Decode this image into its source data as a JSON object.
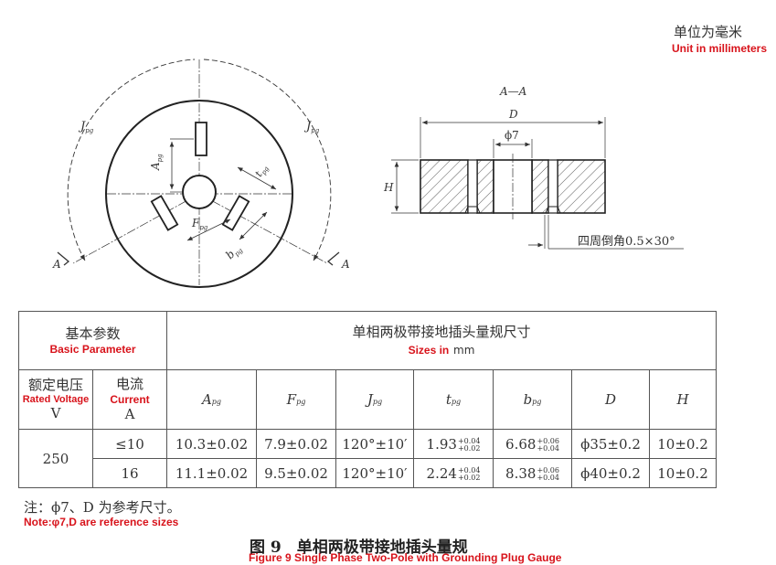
{
  "unit": {
    "cn": "单位为毫米",
    "en": "Unit in millimeters"
  },
  "drawing": {
    "section_label": "A—A",
    "section_marker": "A",
    "labels": {
      "jpg": "J",
      "apg": "A",
      "fpg": "F",
      "bpg": "b",
      "tpg": "t",
      "pg_sub": "pg",
      "D": "D",
      "phi7": "ϕ7",
      "H": "H",
      "chamfer": "四周倒角0.5×30°"
    }
  },
  "table": {
    "basic_param_cn": "基本参数",
    "basic_param_en": "Basic Parameter",
    "sizes_cn": "单相两极带接地插头量规尺寸",
    "sizes_en_prefix": "Sizes in",
    "sizes_unit": "mm",
    "rated_voltage_cn": "额定电压",
    "rated_voltage_en": "Rated Voltage",
    "rated_voltage_unit": "V",
    "current_cn": "电流",
    "current_en": "Current",
    "current_unit": "A",
    "col_A": "A",
    "col_F": "F",
    "col_J": "J",
    "col_t": "t",
    "col_b": "b",
    "col_D": "D",
    "col_H": "H",
    "col_sub": "pg",
    "voltage": "250",
    "rows": [
      {
        "current": "≤10",
        "A": "10.3±0.02",
        "F": "7.9±0.02",
        "J": "120°±10′",
        "t": "1.93",
        "t_up": "+0.04",
        "t_dn": "+0.02",
        "b": "6.68",
        "b_up": "+0.06",
        "b_dn": "+0.04",
        "D": "ϕ35±0.2",
        "H": "10±0.2"
      },
      {
        "current": "16",
        "A": "11.1±0.02",
        "F": "9.5±0.02",
        "J": "120°±10′",
        "t": "2.24",
        "t_up": "+0.04",
        "t_dn": "+0.02",
        "b": "8.38",
        "b_up": "+0.06",
        "b_dn": "+0.04",
        "D": "ϕ40±0.2",
        "H": "10±0.2"
      }
    ]
  },
  "note": {
    "cn": "注：ϕ7、D 为参考尺寸。",
    "en": "Note:φ7,D are reference sizes"
  },
  "figure": {
    "cn": "图 9　单相两极带接地插头量规",
    "en": "Figure 9   Single Phase Two-Pole with Grounding Plug Gauge"
  }
}
